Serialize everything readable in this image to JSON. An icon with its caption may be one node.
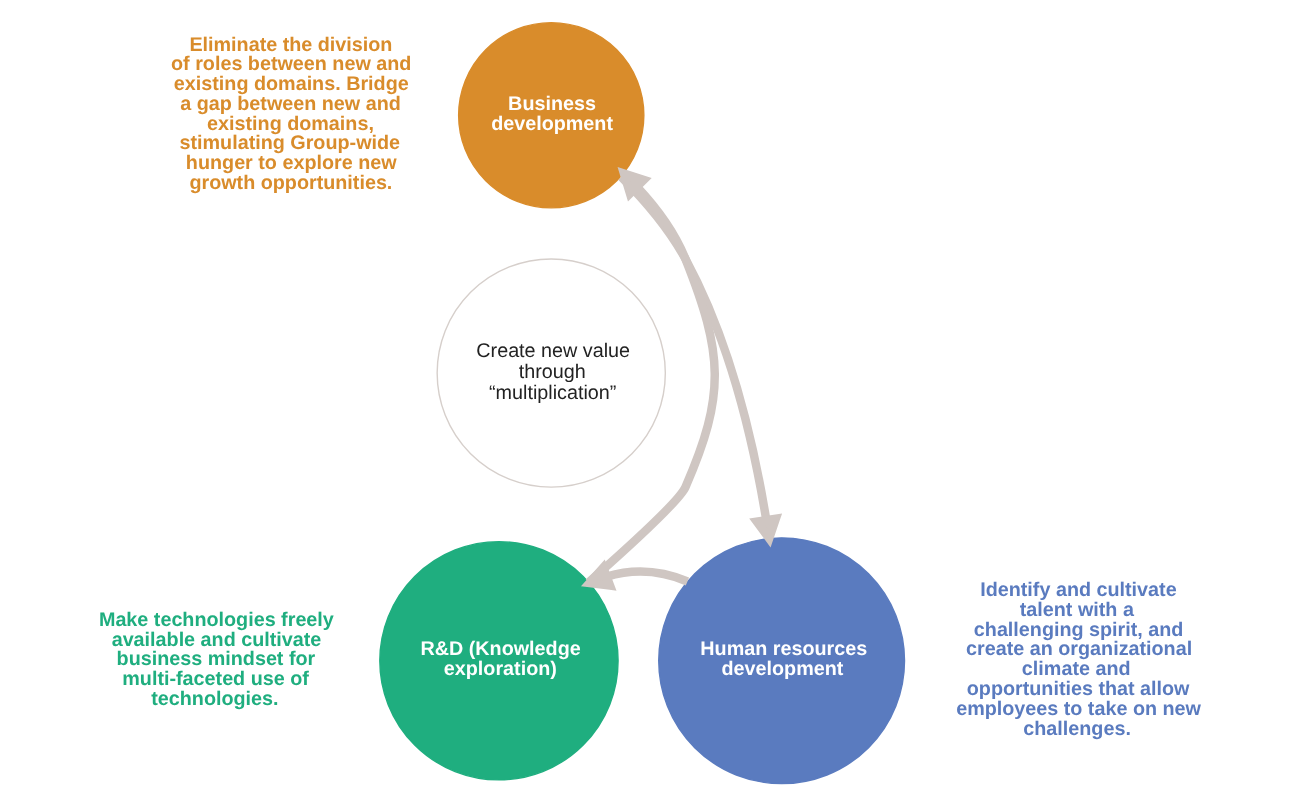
{
  "diagram": {
    "nodes": [
      {
        "text": [
          "Create new value through “multiplication”"
        ]
      },
      {
        "text": [
          "Business development"
        ],
        "beside": [
          "Eliminate the division of roles between new and existing domains. Bridge a gap between new and existing domains, stimulating Group-wide hunger to explore new growth opportunities."
        ]
      },
      {
        "text": [
          "Human resources development"
        ],
        "beside": [
          "Identify and cultivate talent with a challenging spirit, and create an organizational climate and opportunities that allow employees to take on new challenges."
        ]
      },
      {
        "text": [
          "R&D (Knowledge exploration)"
        ],
        "beside": [
          "Make technologies freely available and cultivate business mindset for multi-faceted use of technologies."
        ]
      }
    ],
    "edges": [
      {
        "from": 1,
        "to": 2,
        "arrow": "to"
      },
      {
        "from": 2,
        "to": 3,
        "arrow": "to"
      },
      {
        "from": 3,
        "to": 1,
        "arrow": "to"
      }
    ]
  }
}
